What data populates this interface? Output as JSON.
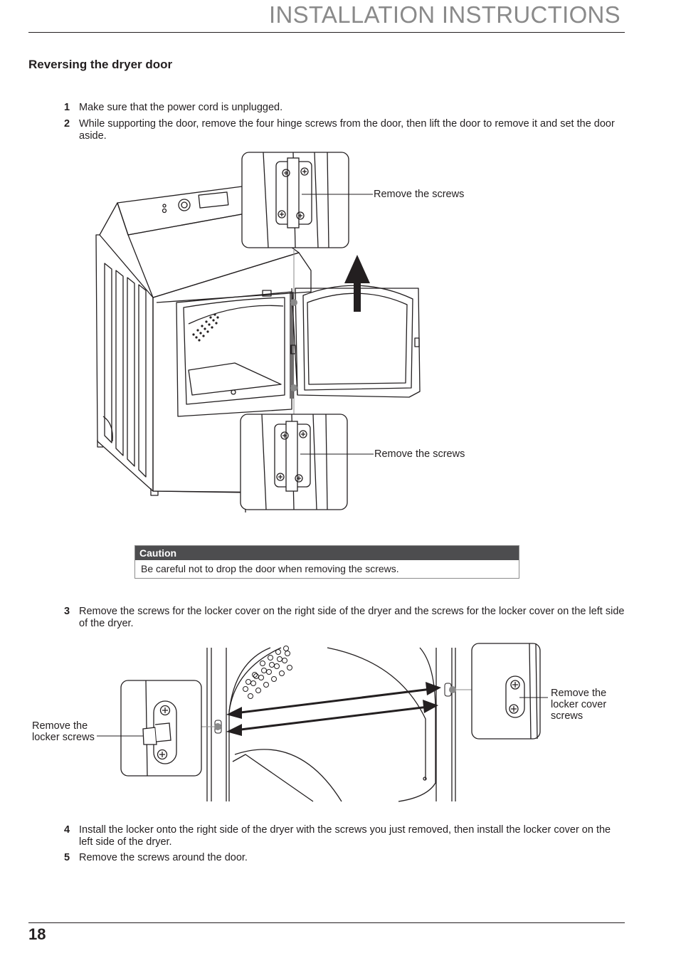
{
  "header": {
    "title": "INSTALLATION INSTRUCTIONS"
  },
  "section": {
    "title": "Reversing the dryer door"
  },
  "steps": [
    {
      "num": "1",
      "text": "Make sure that the power cord is unplugged."
    },
    {
      "num": "2",
      "text": "While supporting the door, remove the four hinge screws from the door, then lift the door to remove it and set the door aside."
    },
    {
      "num": "3",
      "text": "Remove the screws for the locker cover on the right side of the dryer and the screws for the locker cover on the left side of the dryer."
    },
    {
      "num": "4",
      "text": "Install the locker onto the right side of the dryer with the screws you just removed, then install the locker cover on the left side of the dryer."
    },
    {
      "num": "5",
      "text": "Remove the screws around the door."
    }
  ],
  "figure1": {
    "callout_top": "Remove the screws",
    "callout_bottom": "Remove the screws"
  },
  "caution": {
    "heading": "Caution",
    "text": "Be careful not to drop the door when removing the screws."
  },
  "figure2": {
    "callout_left_line1": "Remove the",
    "callout_left_line2": "locker screws",
    "callout_right_line1": "Remove the",
    "callout_right_line2": "locker cover",
    "callout_right_line3": "screws"
  },
  "footer": {
    "page_number": "18"
  }
}
